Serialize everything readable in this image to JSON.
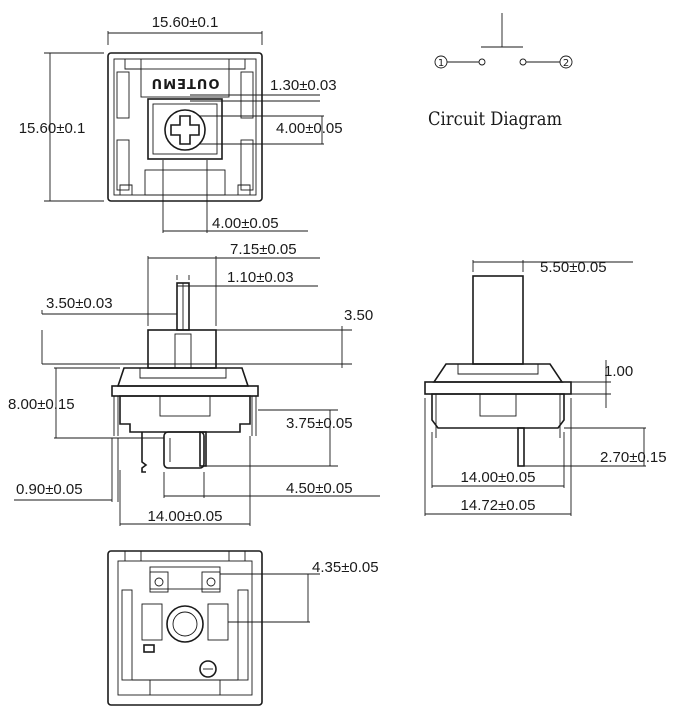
{
  "brand_text": "OUTEMU",
  "circuit": {
    "title": "Circuit Diagram",
    "pin1": "1",
    "pin2": "2"
  },
  "top_view": {
    "width_dim": "15.60±0.1",
    "height_dim": "15.60±0.1",
    "cross_arm_dim": "1.30±0.03",
    "cross_size_dim": "4.00±0.05",
    "stem_width_dim": "4.00±0.05"
  },
  "front_view": {
    "stem_housing_dim": "7.15±0.05",
    "stem_tip_dim": "1.10±0.03",
    "stem_height_dim": "3.50±0.03",
    "travel_dim": "3.50",
    "body_height_dim": "8.00±0.15",
    "pin_length_dim": "3.75±0.05",
    "clip_dim": "0.90±0.05",
    "post_dim": "4.50±0.05",
    "base_width_dim": "14.00±0.05"
  },
  "side_view": {
    "stem_dim": "5.50±0.05",
    "lip_dim": "1.00",
    "bottom_dim": "2.70±0.15",
    "inner_width_dim": "14.00±0.05",
    "outer_width_dim": "14.72±0.05"
  },
  "bottom_view": {
    "offset_dim": "4.35±0.05"
  }
}
